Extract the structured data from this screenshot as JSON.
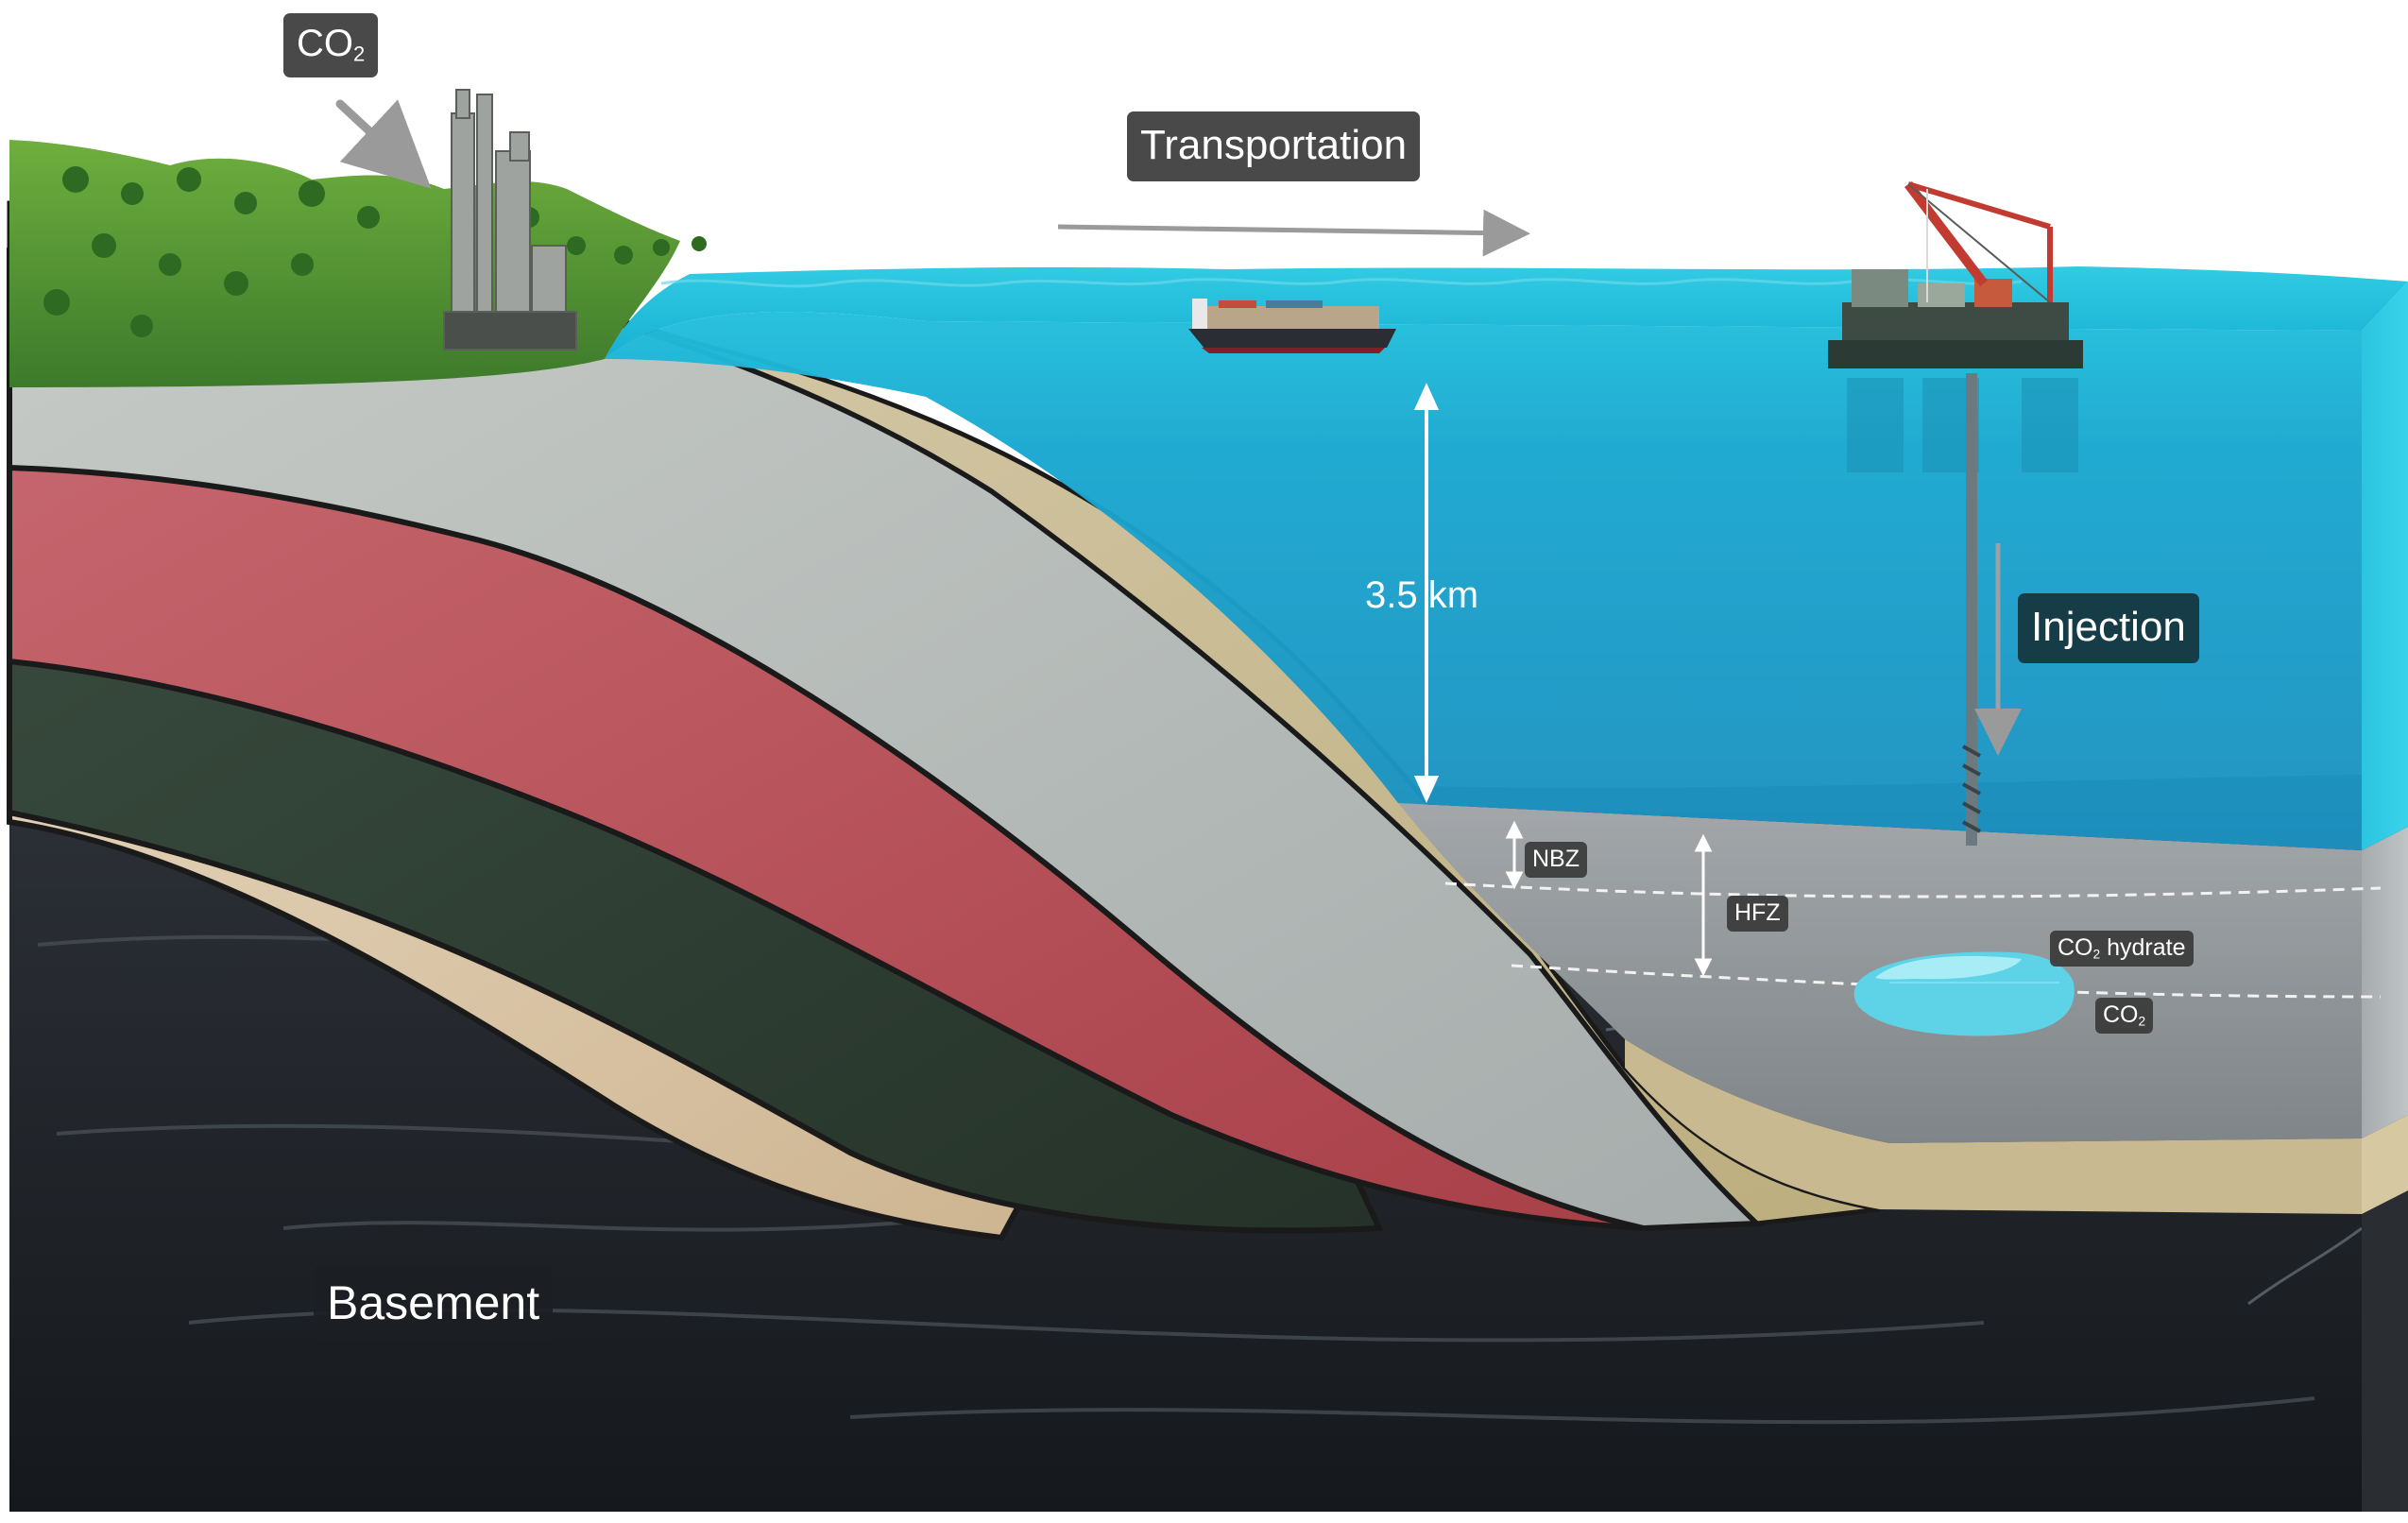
{
  "labels": {
    "co2_source": {
      "main": "CO",
      "sub": "2"
    },
    "transportation": "Transportation",
    "injection": "Injection",
    "depth": "3.5 km",
    "nbz": "NBZ",
    "hfz": "HFZ",
    "co2_hydrate": {
      "main": "CO",
      "sub": "2",
      "rest": " hydrate"
    },
    "co2_pool": {
      "main": "CO",
      "sub": "2"
    },
    "basement": "Basement"
  },
  "colors": {
    "sea_surface": "#18b4d4",
    "sea_deep": "#1c8fbf",
    "sediment_gray": "#8f9498",
    "sand_layer": "#cfc09a",
    "light_gray_layer": "#b6bcbc",
    "red_layer": "#b8505a",
    "green_dark_layer": "#2c3d33",
    "pale_layer": "#ddc9ab",
    "basement": "#22262c",
    "land_green": "#4f8f34",
    "label_bg": "#3a3a3a",
    "co2_pool": "#5ed3e8"
  }
}
